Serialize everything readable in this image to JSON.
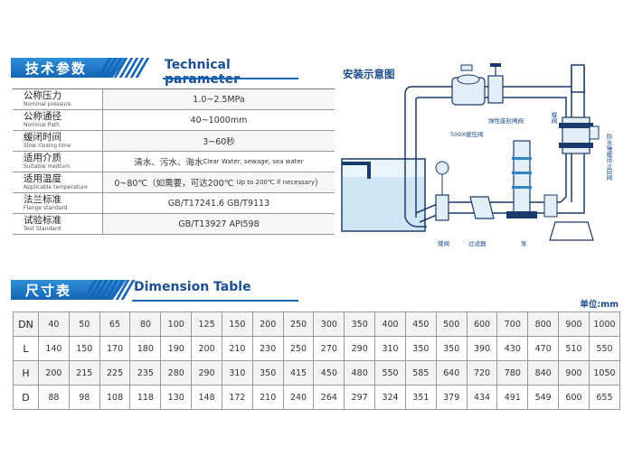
{
  "tech_section": {
    "title_cn": "技术参数",
    "title_en": "Technical parameter"
  },
  "tech_rows": [
    {
      "cn": "公称压力",
      "en": "Nominal pressure",
      "value": "1.0~2.5MPa"
    },
    {
      "cn": "公称通径",
      "en": "Nominal Path",
      "value": "40~1000mm"
    },
    {
      "cn": "缓闭时间",
      "en": "Slow closing time",
      "value": "3~60秒"
    },
    {
      "cn": "适用介质",
      "en": "Suitable medium",
      "value_cn": "清水、污水、海水",
      "value_en": "Clear Water, sewage, sea water"
    },
    {
      "cn": "适用温度",
      "en": "Applicable temperature",
      "value_cn": "0~80℃（如需要，可达200℃",
      "value_en": "Up to 200℃ if necessary",
      "value_end": "）"
    },
    {
      "cn": "法兰标准",
      "en": "Flange standard",
      "value": "GB/T17241.6  GB/T9113"
    },
    {
      "cn": "试验标准",
      "en": "Test Standard",
      "value": "GB/T13927  API598"
    }
  ],
  "diagram": {
    "title": "安装示意图",
    "labels": {
      "valve_top": "弹性座封闸阀",
      "valve_500x": "500X缓压阀",
      "butterfly": "蝶阀",
      "filter": "过滤器",
      "pump": "泵",
      "vertical_valve": "蝶阀",
      "check_valve": "防水锤缓闭止回阀"
    },
    "colors": {
      "pipe": "#1a3a6e",
      "fill": "#ffffff",
      "water": "#cfe6f7",
      "accent": "#2e86c8"
    }
  },
  "dim_section": {
    "title_cn": "尺寸表",
    "title_en": "Dimension Table",
    "unit": "单位:mm"
  },
  "dim_table": {
    "rows": [
      {
        "h": "DN",
        "v": [
          "40",
          "50",
          "65",
          "80",
          "100",
          "125",
          "150",
          "200",
          "250",
          "300",
          "350",
          "400",
          "450",
          "500",
          "600",
          "700",
          "800",
          "900",
          "1000"
        ]
      },
      {
        "h": "L",
        "v": [
          "140",
          "150",
          "170",
          "180",
          "190",
          "200",
          "210",
          "230",
          "250",
          "270",
          "290",
          "310",
          "350",
          "350",
          "390",
          "430",
          "470",
          "510",
          "550"
        ]
      },
      {
        "h": "H",
        "v": [
          "200",
          "215",
          "225",
          "235",
          "280",
          "290",
          "310",
          "350",
          "415",
          "450",
          "480",
          "550",
          "585",
          "640",
          "720",
          "780",
          "840",
          "900",
          "1050"
        ]
      },
      {
        "h": "D",
        "v": [
          "88",
          "98",
          "108",
          "118",
          "130",
          "148",
          "172",
          "210",
          "240",
          "264",
          "297",
          "324",
          "351",
          "379",
          "434",
          "491",
          "549",
          "600",
          "655"
        ]
      }
    ]
  }
}
